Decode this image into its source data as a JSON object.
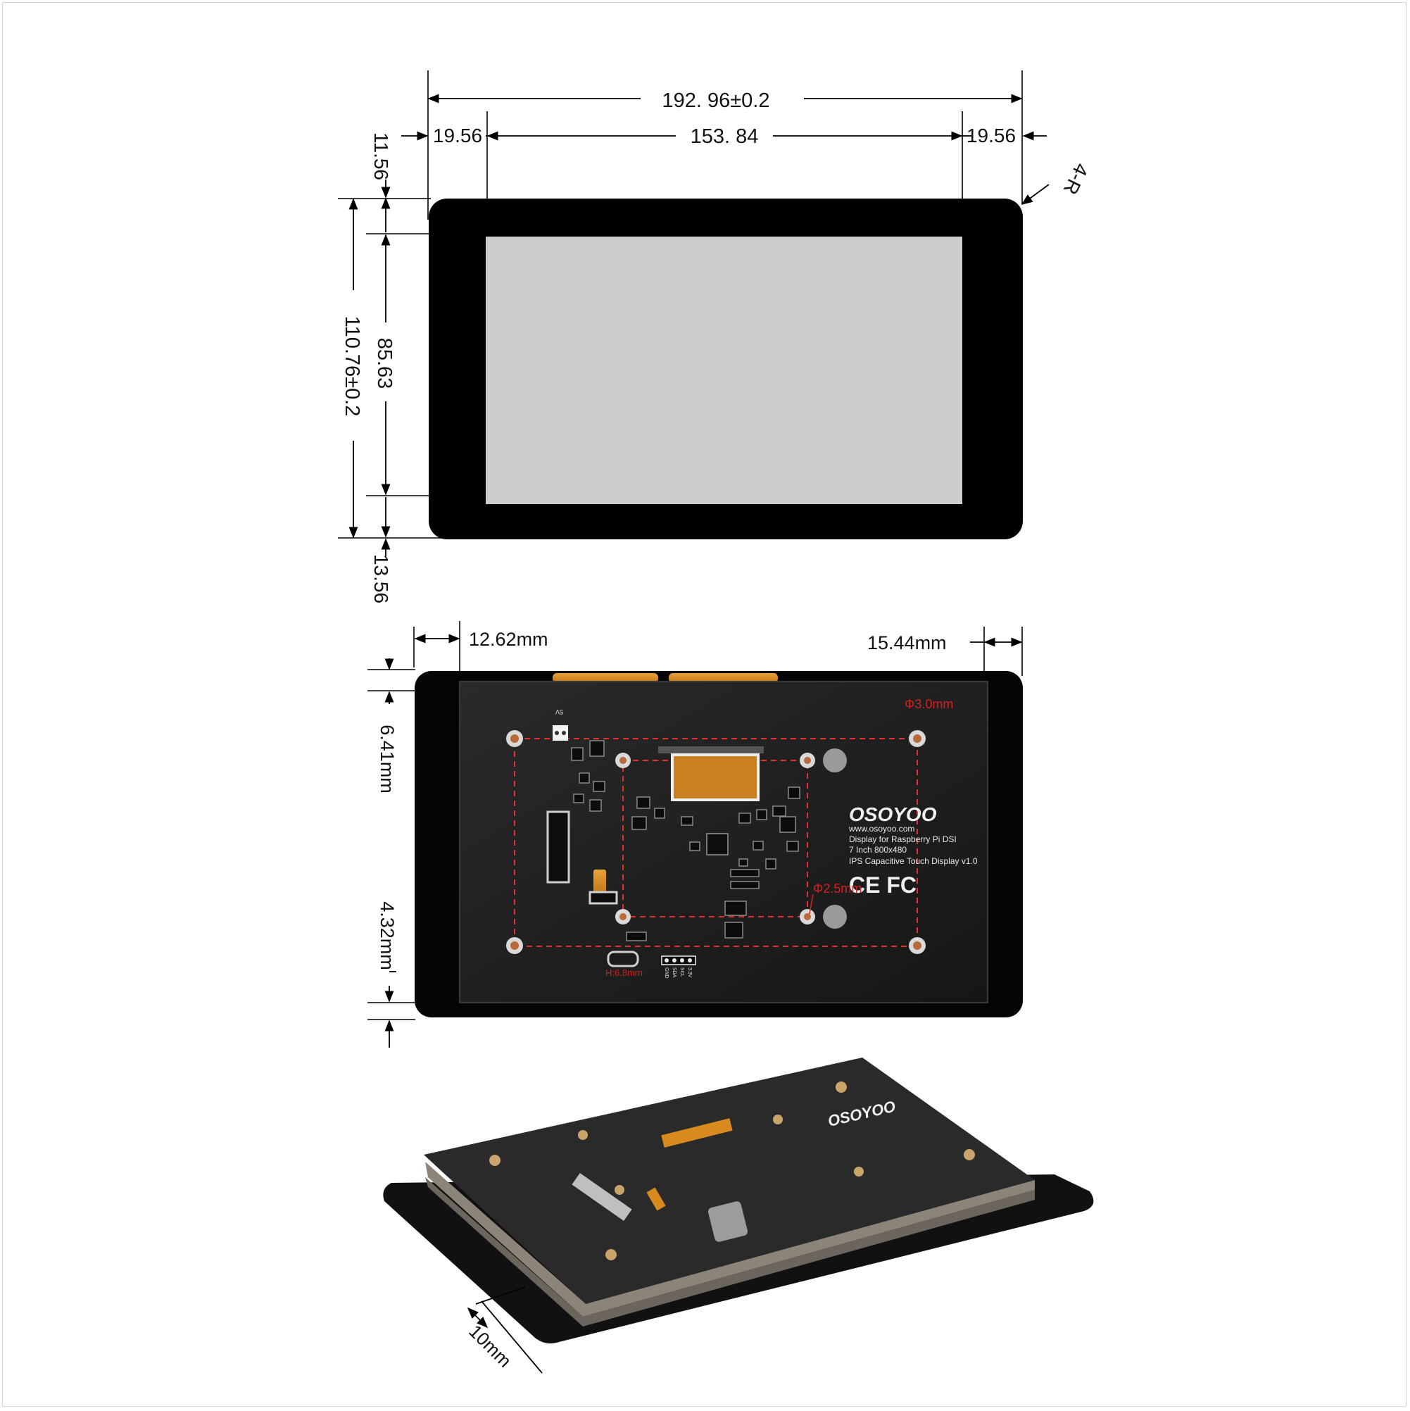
{
  "top_view": {
    "overall_width": "192. 96±0.2",
    "left_bezel": "19.56",
    "active_width": "153. 84",
    "right_bezel": "19.56",
    "corner_radius": "4-R",
    "top_bezel": "11.56",
    "overall_height": "110.76±0.2",
    "active_height": "85.63",
    "bottom_bezel": "13.56"
  },
  "back_view": {
    "left_offset": "12.62mm",
    "right_offset": "15.44mm",
    "top_offset": "6.41mm",
    "bottom_offset": "4.32mm",
    "mount_hole_outer": "Φ3.0mm",
    "mount_hole_inner": "Φ2.5mm",
    "usb_note": "H:6.8mm",
    "brand": "OSOYOO",
    "label_lines": [
      "www.osoyoo.com",
      "Display for Raspberry Pi DSI",
      "7 Inch 800x480",
      "IPS Capacitive Touch Display v1.0"
    ],
    "cert_marks": "CE FC",
    "power_label": "5V",
    "pin_labels": [
      "GND",
      "SDA",
      "SCL",
      "3.3V"
    ]
  },
  "perspective_view": {
    "thickness": "10mm"
  },
  "colors": {
    "bezel": "#000000",
    "screen": "#cdcdcd",
    "pcb": "#1b1b1b",
    "dimension_line": "#000000",
    "hole_annotation": "#d42020",
    "flex_cable": "#d98a1e"
  }
}
